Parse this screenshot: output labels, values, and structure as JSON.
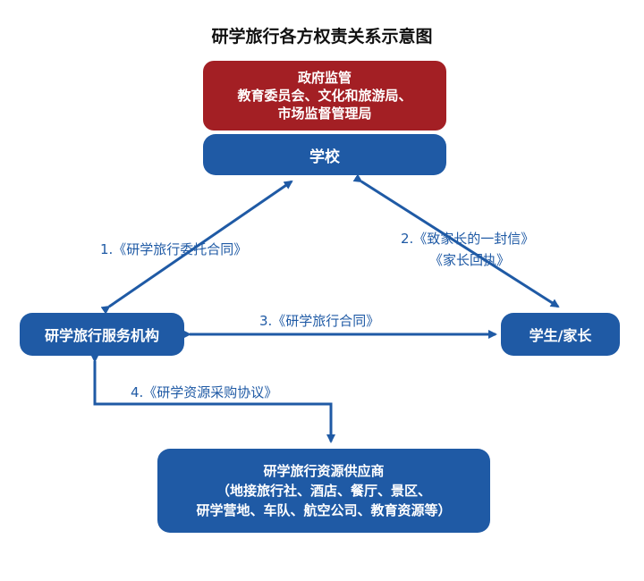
{
  "title": "研学旅行各方权责关系示意图",
  "nodes": {
    "government": {
      "line1": "政府监管",
      "line2": "教育委员会、文化和旅游局、",
      "line3": "市场监督管理局"
    },
    "school": {
      "label": "学校"
    },
    "agency": {
      "label": "研学旅行服务机构"
    },
    "family": {
      "label": "学生/家长"
    },
    "supplier": {
      "line1": "研学旅行资源供应商",
      "line2": "（地接旅行社、酒店、餐厅、景区、",
      "line3": "研学营地、车队、航空公司、教育资源等）"
    }
  },
  "edges": {
    "e1": "1.《研学旅行委托合同》",
    "e2_line1": "2.《致家长的一封信》",
    "e2_line2": "《家长回执》",
    "e3": "3.《研学旅行合同》",
    "e4": "4.《研学资源采购协议》"
  },
  "colors": {
    "red": "#a31f24",
    "blue": "#1f5aa5"
  }
}
